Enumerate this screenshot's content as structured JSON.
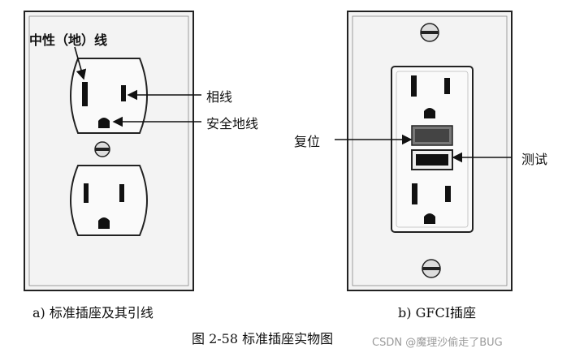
{
  "labels": {
    "neutral": "中性（地）线",
    "phase": "相线",
    "safety_ground": "安全地线",
    "reset": "复位",
    "test": "测试"
  },
  "captions": {
    "left": "a) 标准插座及其引线",
    "right": "b) GFCI插座",
    "figure": "图 2-58    标准插座实物图"
  },
  "watermark": "CSDN @魔理沙偷走了BUG"
}
